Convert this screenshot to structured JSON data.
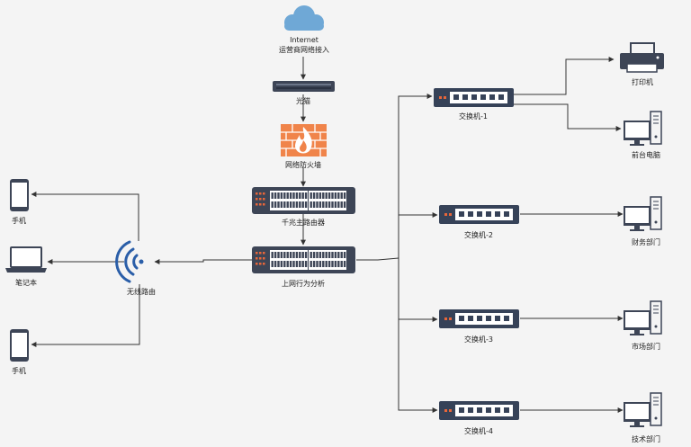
{
  "internet": {
    "line1": "Internet",
    "line2": "运营商网络接入"
  },
  "devices": {
    "modem": "光猫",
    "firewall": "网络防火墙",
    "core_router": "千兆主路由器",
    "behavior_analyzer": "上网行为分析",
    "wireless_router": "无线路由",
    "phone_top": "手机",
    "laptop": "笔记本",
    "phone_bottom": "手机",
    "switch_1": "交换机-1",
    "switch_2": "交换机-2",
    "switch_3": "交换机-3",
    "switch_4": "交换机-4",
    "printer": "打印机",
    "pc_front_desk": "前台电脑",
    "pc_finance": "财务部门",
    "pc_marketing": "市场部门",
    "pc_tech": "技术部门"
  },
  "colors": {
    "line": "#333333",
    "cloud": "#6fa8d6",
    "device_dark": "#3d4556",
    "switch_body": "#364258",
    "port": "#ffffff",
    "led_orange": "#e8663a",
    "firewall_brick": "#f0844a",
    "wifi_blue": "#2a5ea8"
  },
  "icons": [
    "cloud-icon",
    "modem-icon",
    "firewall-icon",
    "router-icon",
    "switch-icon",
    "wifi-icon",
    "phone-icon",
    "laptop-icon",
    "printer-icon",
    "desktop-pc-icon"
  ]
}
